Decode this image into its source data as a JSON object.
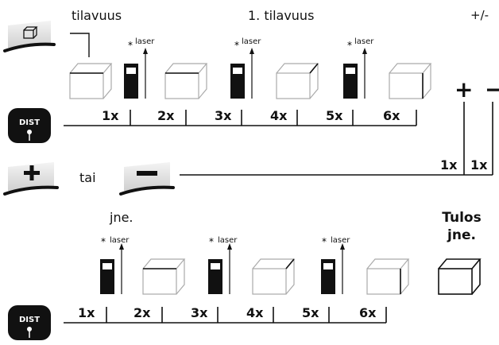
{
  "row1": {
    "label_left": "tilavuus",
    "label_center": "1. tilavuus",
    "label_right": "+/-",
    "laser_label": "laser",
    "press_counts": [
      "1x",
      "2x",
      "3x",
      "4x",
      "5x",
      "6x"
    ]
  },
  "plus_minus": {
    "plus_symbol": "+",
    "minus_symbol": "−",
    "plus_count": "1x",
    "minus_count": "1x"
  },
  "row2": {
    "or_label": "tai"
  },
  "row3": {
    "label_left": "jne.",
    "laser_label": "laser",
    "press_counts": [
      "1x",
      "2x",
      "3x",
      "4x",
      "5x",
      "6x"
    ],
    "result_label_line1": "Tulos",
    "result_label_line2": "jne."
  },
  "dist_button_label": "DIST",
  "icons": {
    "volume_button": "volume-cube-icon",
    "dist_button": "dist-laser-button-icon",
    "laser_device": "laser-device-icon",
    "plus_button": "plus-key-icon",
    "minus_button": "minus-key-icon"
  }
}
